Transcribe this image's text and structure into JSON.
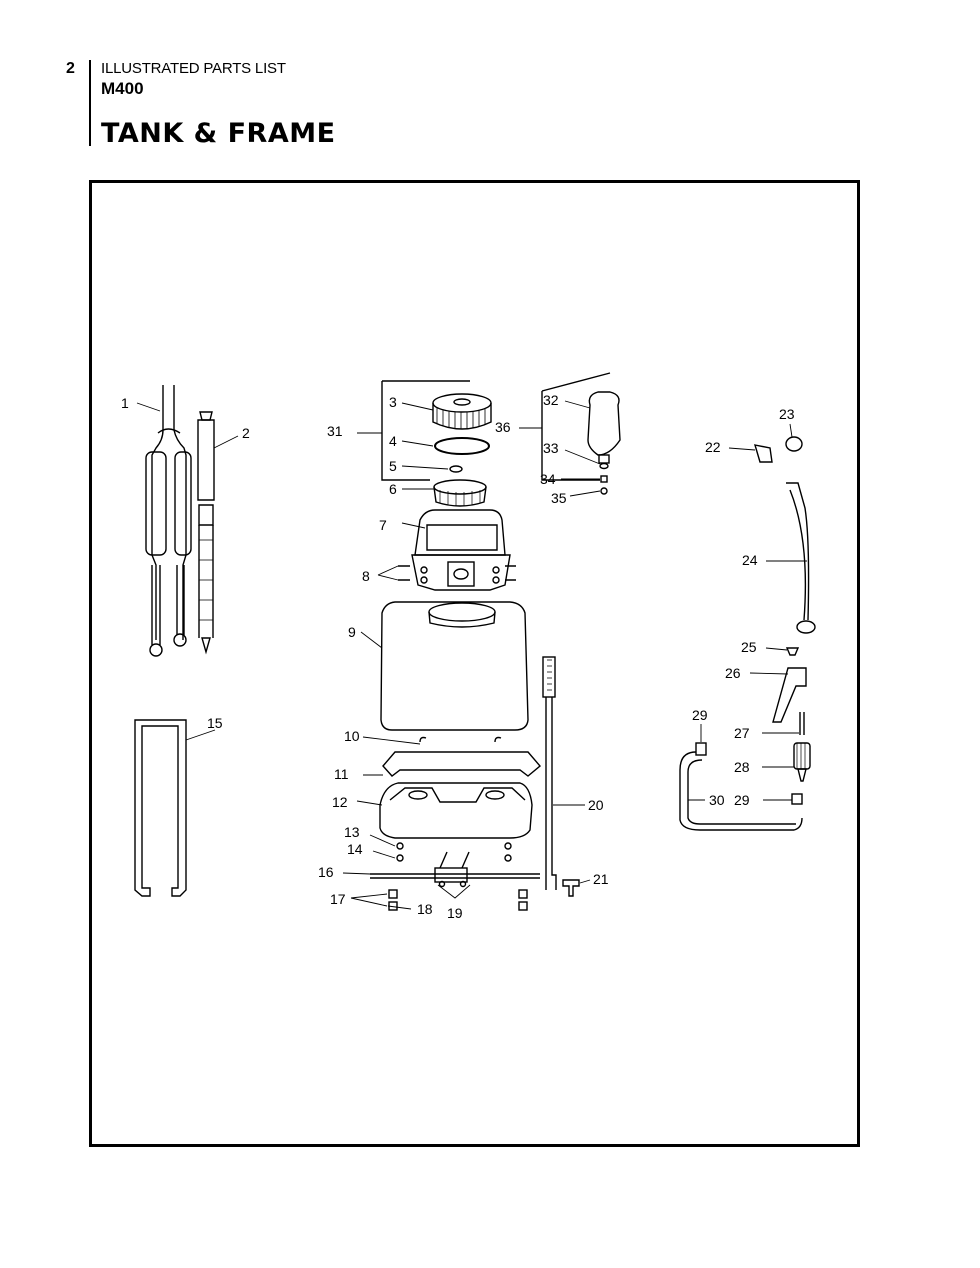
{
  "header": {
    "page_number": "2",
    "section": "ILLUSTRATED PARTS LIST",
    "model": "M400",
    "title": "TANK & FRAME"
  },
  "callouts": [
    "1",
    "2",
    "3",
    "4",
    "5",
    "6",
    "7",
    "8",
    "9",
    "10",
    "11",
    "12",
    "13",
    "14",
    "15",
    "16",
    "17",
    "18",
    "19",
    "20",
    "21",
    "22",
    "23",
    "24",
    "25",
    "26",
    "27",
    "28",
    "29",
    "29",
    "30",
    "31",
    "32",
    "33",
    "34",
    "35",
    "36"
  ]
}
